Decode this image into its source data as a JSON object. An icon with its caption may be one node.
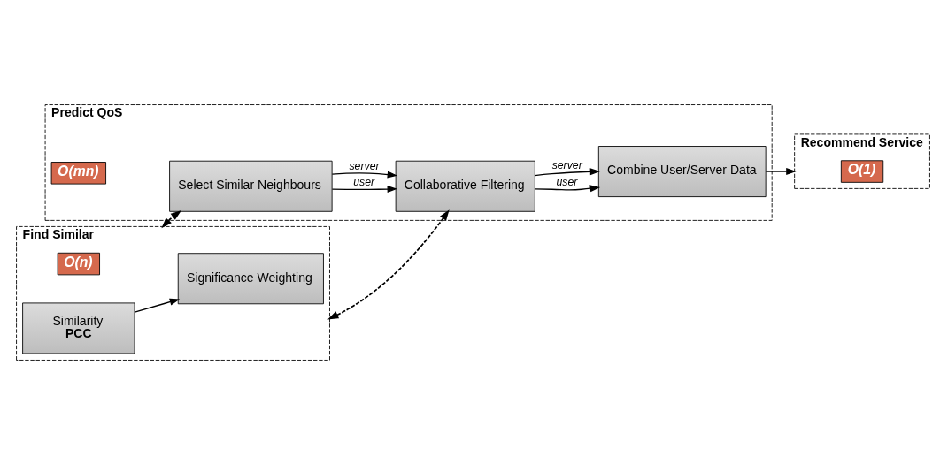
{
  "diagram": {
    "nodes": [
      {
        "text": [
          "Predict QoS"
        ]
      },
      {
        "text": [
          "O(mn)"
        ],
        "in": 0
      },
      {
        "text": [
          "Select Similar Neighbours"
        ],
        "in": 0
      },
      {
        "text": [
          "Collaborative Filtering"
        ],
        "in": 0
      },
      {
        "text": [
          "Combine User/Server Data"
        ],
        "in": 0
      },
      {
        "text": [
          "Find Similar"
        ]
      },
      {
        "text": [
          "O(n)"
        ],
        "in": 5
      },
      {
        "text": [
          "Similarity",
          "PCC"
        ],
        "in": 5
      },
      {
        "text": [
          "Significance Weighting"
        ],
        "in": 5
      },
      {
        "text": [
          "Recommend Service"
        ]
      },
      {
        "text": [
          "O(1)"
        ],
        "in": 9
      }
    ],
    "edges": [
      {
        "from": 2,
        "to": 3,
        "label": "user",
        "arrow": "to"
      },
      {
        "from": 2,
        "to": 3,
        "label": "server",
        "arrow": "to"
      },
      {
        "from": 5,
        "to": 2,
        "arrow": "both",
        "style": "dashed"
      },
      {
        "from": 5,
        "to": 3,
        "arrow": "both",
        "style": "dashed"
      },
      {
        "from": 7,
        "to": 8,
        "arrow": "to"
      },
      {
        "from": 3,
        "to": 4,
        "label": "user",
        "arrow": "to"
      },
      {
        "from": 3,
        "to": 4,
        "label": "server",
        "arrow": "to"
      },
      {
        "from": 4,
        "to": 9,
        "arrow": "to"
      }
    ]
  }
}
